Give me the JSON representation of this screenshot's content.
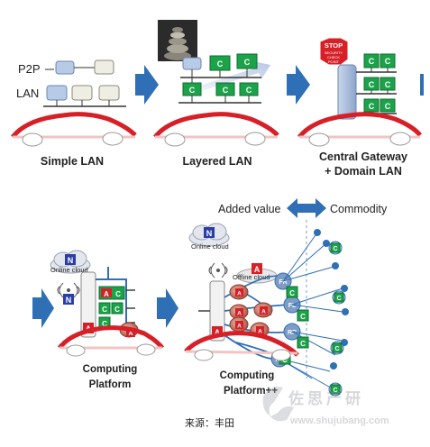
{
  "stages": {
    "simple_lan": {
      "title": "Simple LAN",
      "p2p_label": "P2P",
      "lan_label": "LAN"
    },
    "layered_lan": {
      "title": "Layered LAN"
    },
    "central_gateway": {
      "title_line1": "Central Gateway",
      "title_line2": "+ Domain LAN",
      "stop_sign": {
        "line1": "STOP",
        "line2": "SECURITY",
        "line3": "CHECK",
        "line4": "POINT"
      }
    },
    "computing_platform": {
      "title_line1": "Computing",
      "title_line2": "Platform",
      "cloud_label": "Online cloud"
    },
    "computing_platform_pp": {
      "title_line1": "Computing",
      "title_line2": "Platform++",
      "online_cloud_label": "Online cloud",
      "offline_cloud_label": "Offline cloud",
      "zone_labels": [
        "FR",
        "FL",
        "RR",
        "RL"
      ]
    }
  },
  "trend": {
    "left_label": "Added value",
    "right_label": "Commodity"
  },
  "node_letters": {
    "c": "C",
    "a": "A",
    "n": "N"
  },
  "watermark": {
    "brand_cn": "佐思产研",
    "url": "www.shujubang.com"
  },
  "source_line": "来源：丰田",
  "colors": {
    "arrow": "#2f6fb6",
    "car_red": "#d61f26",
    "node_green": "#1ca34a",
    "node_red": "#d61f26",
    "gateway_blue": "#9fb4d6",
    "link_blue": "#2f6fb6"
  }
}
